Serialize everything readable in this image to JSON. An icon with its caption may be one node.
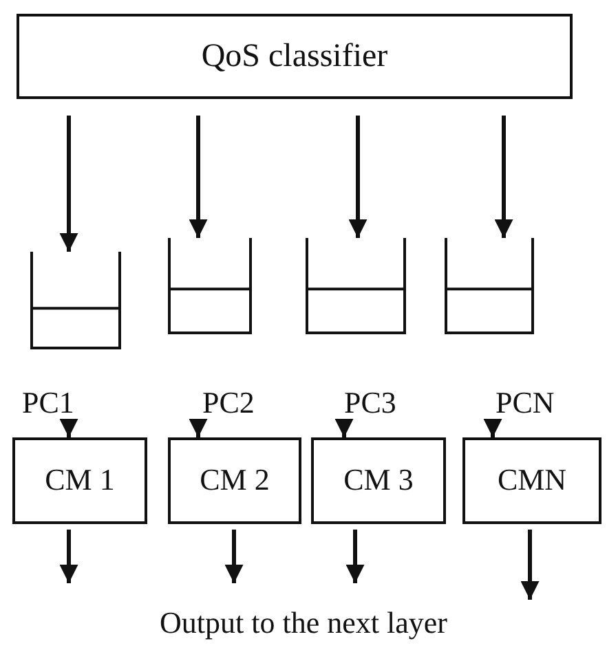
{
  "diagram": {
    "nodes": [
      {
        "text": [
          "QoS classifier"
        ]
      },
      {
        "text": [],
        "shape": "box"
      },
      {
        "text": [],
        "shape": "box"
      },
      {
        "text": [],
        "shape": "box"
      },
      {
        "text": [],
        "shape": "box"
      },
      {
        "text": [
          "PC1"
        ]
      },
      {
        "text": [
          "PC2"
        ]
      },
      {
        "text": [
          "PC3"
        ]
      },
      {
        "text": [
          "PCN"
        ]
      },
      {
        "text": [
          "CM 1"
        ]
      },
      {
        "text": [
          "CM 2"
        ]
      },
      {
        "text": [
          "CM 3"
        ]
      },
      {
        "text": [
          "CMN"
        ]
      }
    ],
    "edges": [
      {
        "from": 0,
        "to": 1,
        "arrow": "to"
      },
      {
        "from": 0,
        "to": 2,
        "arrow": "to"
      },
      {
        "from": 0,
        "to": 3,
        "arrow": "to"
      },
      {
        "from": 0,
        "to": 4,
        "arrow": "to"
      },
      {
        "from": 5,
        "to": 9,
        "arrow": "to"
      },
      {
        "from": 6,
        "to": 10,
        "arrow": "to"
      },
      {
        "from": 7,
        "to": 11,
        "arrow": "to"
      },
      {
        "from": 8,
        "to": 12,
        "arrow": "to"
      },
      {
        "from": 9,
        "to": null,
        "arrow": "to"
      },
      {
        "from": 10,
        "to": null,
        "arrow": "to"
      },
      {
        "from": 11,
        "to": null,
        "arrow": "to"
      },
      {
        "from": 12,
        "to": null,
        "arrow": "to"
      }
    ],
    "labels": [
      "Output to the next layer"
    ]
  }
}
